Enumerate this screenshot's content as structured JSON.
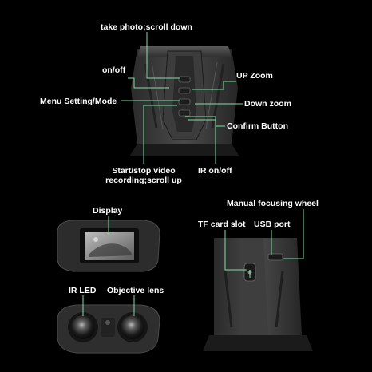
{
  "top_device": {
    "labels": {
      "take_photo": "take photo;scroll down",
      "on_off": "on/off",
      "up_zoom": "UP Zoom",
      "menu_setting": "Menu Setting/Mode",
      "down_zoom": "Down zoom",
      "confirm_button": "Confirm Button",
      "start_stop_line1": "Start/stop video",
      "start_stop_line2": "recording;scroll up",
      "ir_on_off": "IR on/off"
    }
  },
  "front_view": {
    "labels": {
      "display": "Display",
      "ir_led": "IR LED",
      "objective_lens": "Objective lens"
    }
  },
  "side_view": {
    "labels": {
      "focus_wheel": "Manual focusing wheel",
      "tf_card": "TF card slot",
      "usb_port": "USB port"
    }
  },
  "colors": {
    "background": "#000000",
    "callout_line": "#7fe0a8",
    "label_text": "#ffffff"
  }
}
